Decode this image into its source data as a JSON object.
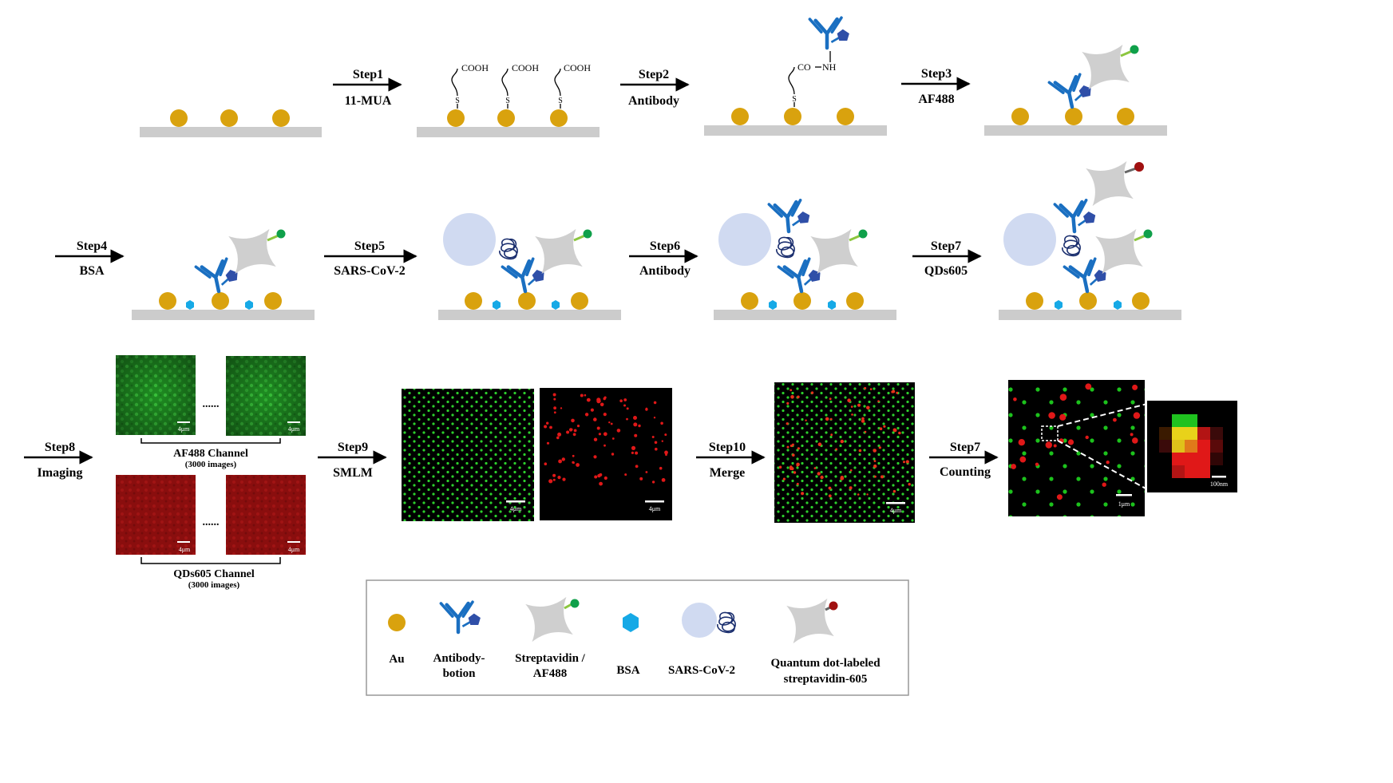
{
  "steps": {
    "s1": {
      "label": "Step1",
      "reagent": "11-MUA"
    },
    "s2": {
      "label": "Step2",
      "reagent": "Antibody"
    },
    "s3": {
      "label": "Step3",
      "reagent": "AF488"
    },
    "s4": {
      "label": "Step4",
      "reagent": "BSA"
    },
    "s5": {
      "label": "Step5",
      "reagent": "SARS-CoV-2"
    },
    "s6": {
      "label": "Step6",
      "reagent": "Antibody"
    },
    "s7": {
      "label": "Step7",
      "reagent": "QDs605"
    },
    "s8": {
      "label": "Step8",
      "reagent": "Imaging"
    },
    "s9": {
      "label": "Step9",
      "reagent": "SMLM"
    },
    "s10": {
      "label": "Step10",
      "reagent": "Merge"
    },
    "s11": {
      "label": "Step7",
      "reagent": "Counting"
    }
  },
  "chem": {
    "cooh": "COOH",
    "s": "S",
    "co": "CO",
    "nh": "NH"
  },
  "channels": {
    "af488": {
      "title": "AF488 Channel",
      "sub": "(3000 images)"
    },
    "qds605": {
      "title": "QDs605 Channel",
      "sub": "(3000 images)"
    }
  },
  "ellipsis": "......",
  "scalebars": {
    "s4um": "4μm",
    "s1um": "1μm",
    "s100nm": "100nm"
  },
  "legend": {
    "au": "Au",
    "antibody_1": "Antibody-",
    "antibody_2": "botion",
    "strep_1": "Streptavidin /",
    "strep_2": "AF488",
    "bsa": "BSA",
    "sars": "SARS-CoV-2",
    "qd_1": "Quantum dot-labeled",
    "qd_2": "streptavidin-605"
  },
  "colors": {
    "gold": "#d9a20e",
    "substrate": "#cccccc",
    "antibody": "#1a6fc1",
    "biotin": "#2f4fa8",
    "streptavidin": "#cfcfcf",
    "af488": "#0fa04a",
    "qd605": "#a01010",
    "bsa": "#16a9e6",
    "virus": "#d0daf1",
    "rna": "#1a2e6e"
  }
}
